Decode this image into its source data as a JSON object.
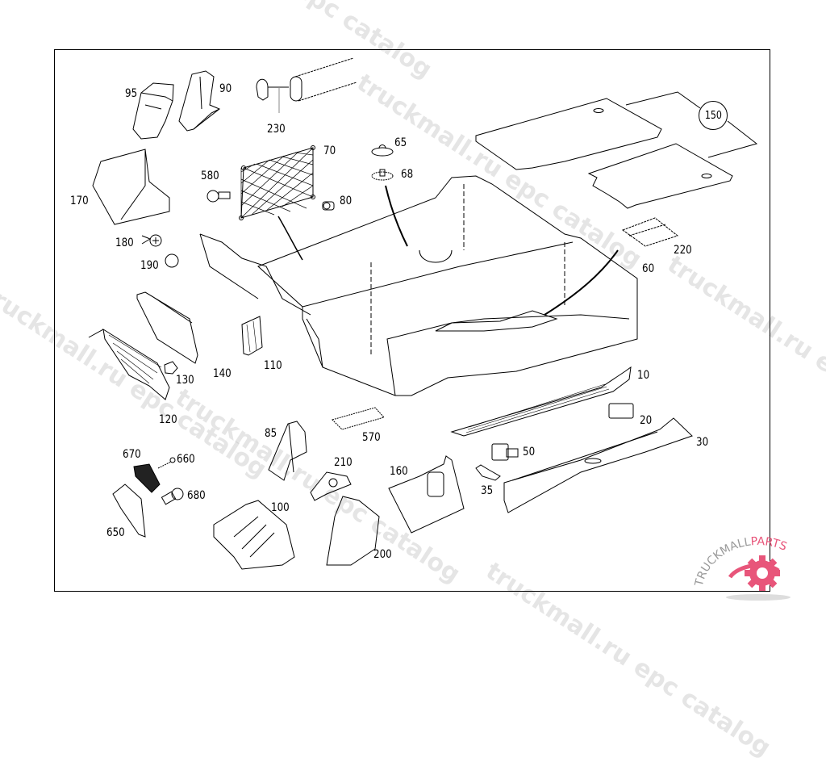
{
  "diagram": {
    "type": "exploded parts diagram",
    "subject": "Vehicle floor / interior trim panels and fasteners",
    "group_reference": "150",
    "part_labels": [
      "95",
      "90",
      "230",
      "170",
      "580",
      "70",
      "80",
      "65",
      "68",
      "150",
      "220",
      "60",
      "180",
      "190",
      "140",
      "110",
      "130",
      "120",
      "10",
      "20",
      "30",
      "85",
      "570",
      "670",
      "660",
      "680",
      "650",
      "100",
      "210",
      "200",
      "160",
      "50",
      "35"
    ]
  },
  "labels": {
    "p95": "95",
    "p90": "90",
    "p230": "230",
    "p170": "170",
    "p580": "580",
    "p70": "70",
    "p80": "80",
    "p65": "65",
    "p68": "68",
    "p150": "150",
    "p220": "220",
    "p60": "60",
    "p180": "180",
    "p190": "190",
    "p140": "140",
    "p110": "110",
    "p130": "130",
    "p120": "120",
    "p10": "10",
    "p20": "20",
    "p30": "30",
    "p85": "85",
    "p570": "570",
    "p670": "670",
    "p660": "660",
    "p680": "680",
    "p650": "650",
    "p100": "100",
    "p210": "210",
    "p200": "200",
    "p160": "160",
    "p50": "50",
    "p35": "35"
  },
  "watermark": {
    "text": "truckmall.ru epc catalog"
  },
  "logo": {
    "text_dark": "TRUCKMALL",
    "text_accent": "PARTS",
    "accent_color": "#e8557a",
    "dark_color": "#999999"
  }
}
